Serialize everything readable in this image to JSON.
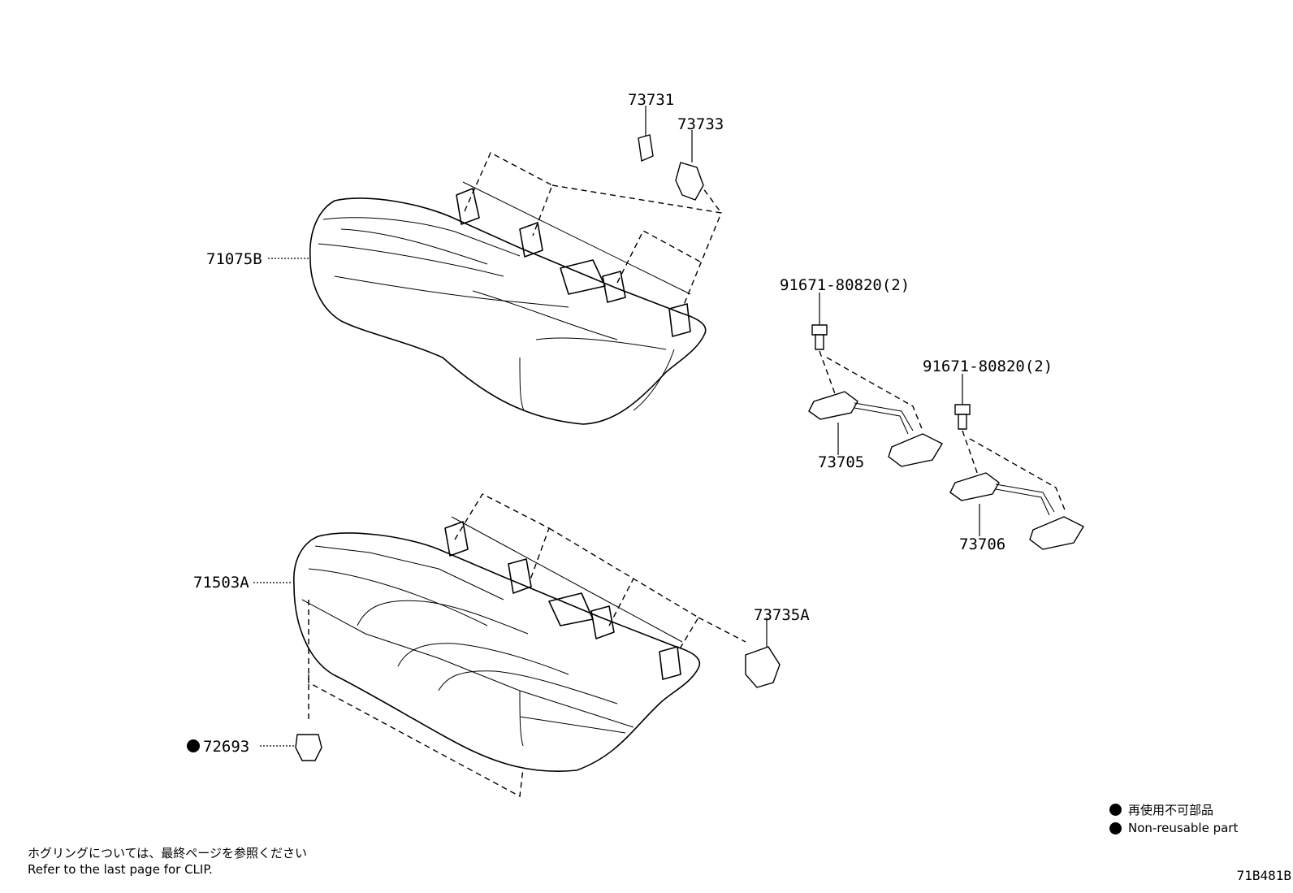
{
  "labels": {
    "p71075b": "71075B",
    "p73731": "73731",
    "p73733": "73733",
    "p91671_a": "91671-80820(2)",
    "p91671_b": "91671-80820(2)",
    "p73705": "73705",
    "p73706": "73706",
    "p71503a": "71503A",
    "p73735a": "73735A",
    "p72693": "72693"
  },
  "notes": {
    "clip_jp": "ホグリングについては、最終ページを参照ください",
    "clip_en": "Refer to the last page for CLIP."
  },
  "legend": {
    "jp": "再使用不可部品",
    "en": "Non-reusable part"
  },
  "diagram_code": "71B481B"
}
